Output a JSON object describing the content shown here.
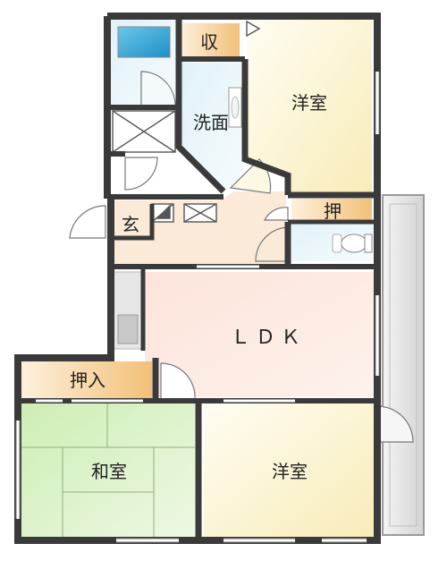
{
  "rooms": {
    "western_room_north": "洋室",
    "washroom": "洗面",
    "storage": "収",
    "closet_small": "押",
    "entrance": "玄",
    "ldk": "ＬＤＫ",
    "closet": "押入",
    "japanese_room": "和室",
    "western_room_south": "洋室"
  },
  "colors": {
    "wall": "#3a3a3a",
    "western_room_fill": "#fbf2c8",
    "ldk_fill": "#fbe0d8",
    "japanese_room_fill": "#d6f0c0",
    "wet_area_fill": "#e6f4f8",
    "hallway_fill": "#fbe9d6",
    "closet_fill": "#f3c98e",
    "balcony_fill": "#e2e2e2",
    "bath_fill": "#2aa3d8"
  }
}
